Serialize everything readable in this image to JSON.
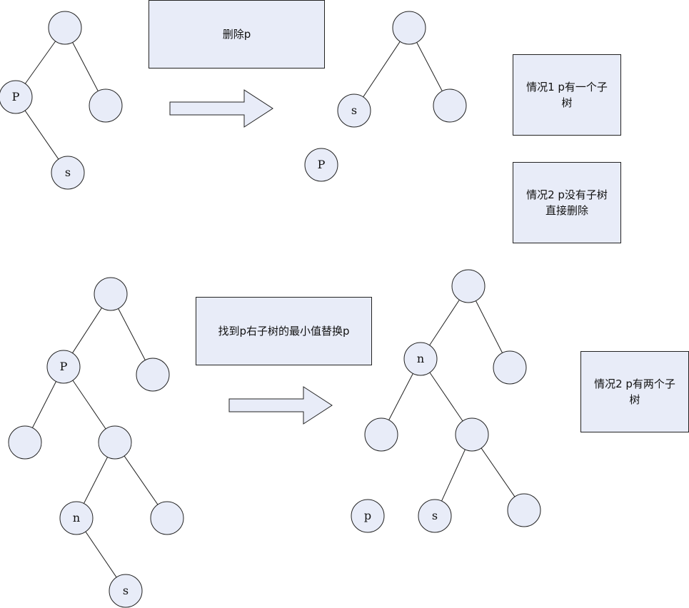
{
  "boxes": {
    "delete_p": "删除p",
    "case1": "情况1 p有一个子\n树",
    "case2_no_child": "情况2 p没有子树\n直接删除",
    "replace_min": "找到p右子树的最小值替换p",
    "case2_two_children": "情况2 p有两个子\n树"
  },
  "node_labels": {
    "P": "P",
    "p": "p",
    "s": "s",
    "n": "n"
  }
}
